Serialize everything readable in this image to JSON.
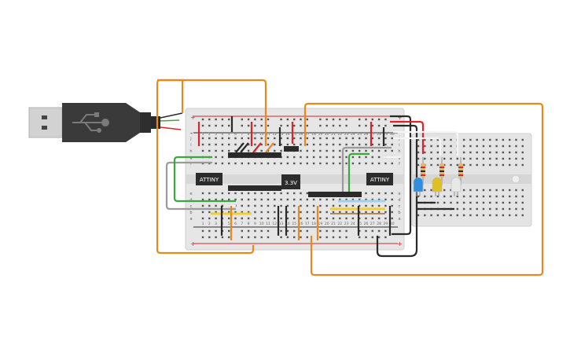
{
  "chips": {
    "left": "ATTINY",
    "right": "ATTINY",
    "regulator": "3.3V"
  },
  "breadboard": {
    "column_numbers": [
      "1",
      "2",
      "3",
      "4",
      "5",
      "6",
      "7",
      "8",
      "9",
      "10",
      "11",
      "12",
      "13",
      "14",
      "15",
      "16",
      "17",
      "18",
      "19",
      "20",
      "21",
      "22",
      "23",
      "24",
      "25",
      "26",
      "27",
      "28",
      "29",
      "30"
    ],
    "row_letters_top": [
      "j",
      "i",
      "h",
      "g",
      "f"
    ],
    "row_letters_bottom": [
      "e",
      "d",
      "c",
      "b",
      "a"
    ],
    "rail_plus": "+",
    "rail_minus": "-"
  },
  "leds": [
    {
      "name": "blue",
      "color": "#2f8ee0"
    },
    {
      "name": "yellow",
      "color": "#e0c020"
    },
    {
      "name": "white",
      "color": "#e8e8e8"
    }
  ],
  "colors": {
    "wire_orange": "#e8891d",
    "wire_red": "#d8242a",
    "wire_black": "#2a2a2a",
    "wire_green": "#3aa83a",
    "wire_gray": "#9a9a9a",
    "wire_white": "#f4f4f4",
    "wire_yellow": "#f0d030",
    "wire_blue": "#9fd0f0",
    "wire_brown": "#b08a60",
    "breadboard": "#e6e6e6",
    "usb_body": "#3a3a3a",
    "usb_metal": "#d0d0d0"
  }
}
